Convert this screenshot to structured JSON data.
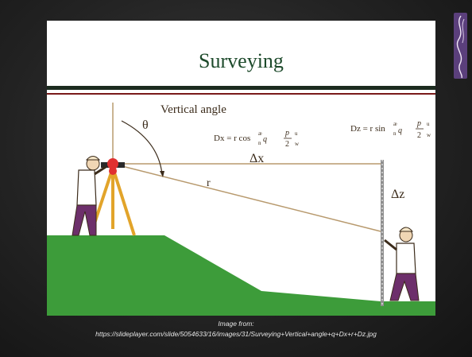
{
  "slide": {
    "title": "Surveying",
    "accent_color": "#1d4a2b",
    "ground_color": "#3d9c3a"
  },
  "diagram": {
    "vertical_angle_label": "Vertical angle",
    "theta_label": "θ",
    "dx_label": "Δx",
    "dz_label": "Δz",
    "r_label": "r",
    "dx_formula": "Dx = r cos",
    "dz_formula": "Dz = r sin",
    "formula_q": "q",
    "formula_p": "p",
    "formula_u": "u",
    "formula_2": "2",
    "formula_w": "w",
    "formula_ae": "æ",
    "formula_n": "n"
  },
  "caption": {
    "line1": "Image from:",
    "line2": "https://slideplayer.com/slide/5054633/16/images/31/Surveying+Vertical+angle+q+Dx+r+Dz.jpg"
  },
  "decoration": {
    "color": "#5b3f7c"
  }
}
